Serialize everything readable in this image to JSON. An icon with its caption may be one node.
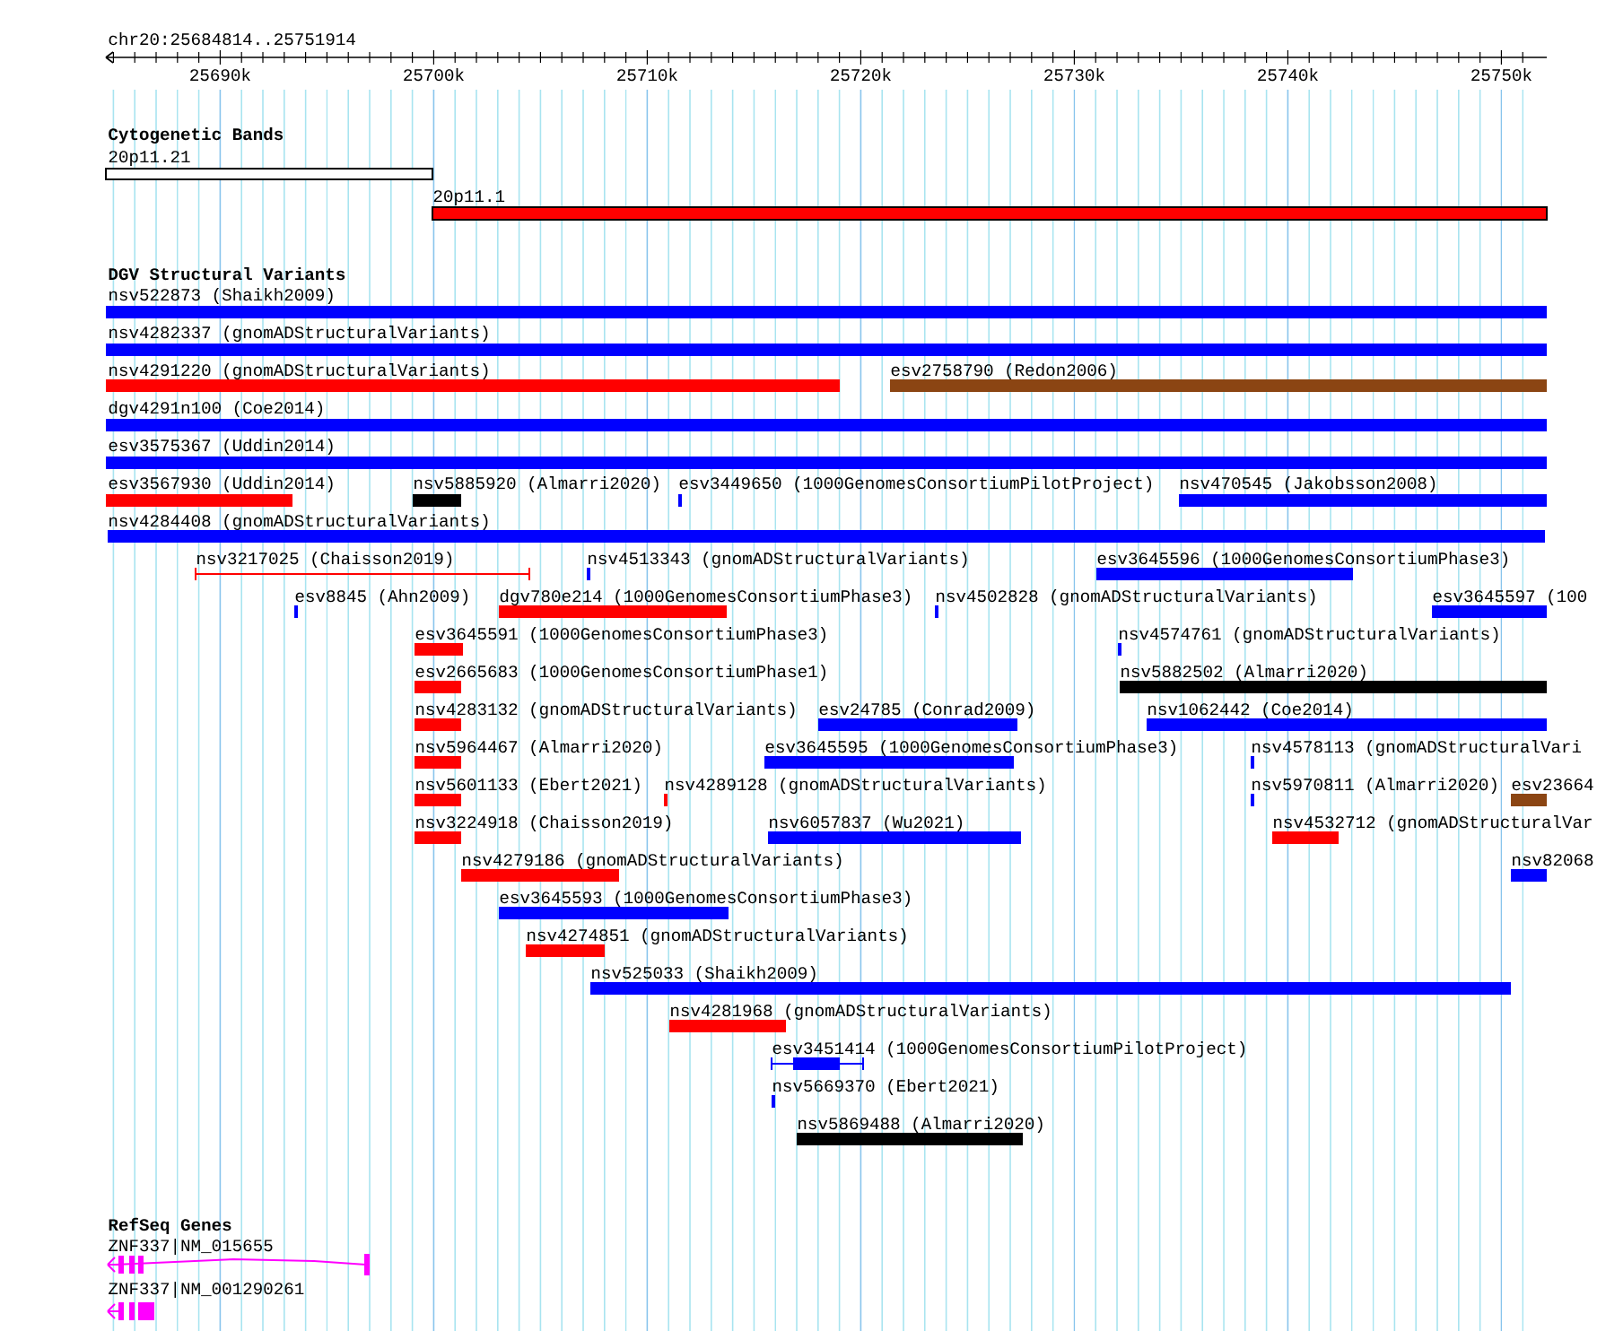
{
  "diagram": {
    "nodes": [
      {
        "text": [
          "20p11.21"
        ]
      },
      {
        "text": [
          "20p11.1"
        ]
      },
      {
        "text": [
          "nsv522873 (Shaikh2009)"
        ]
      },
      {
        "text": [
          "nsv4282337 (gnomADStructuralVariants)"
        ]
      },
      {
        "text": [
          "nsv4291220 (gnomADStructuralVariants)"
        ]
      },
      {
        "text": [
          "esv2758790 (Redon2006)"
        ]
      },
      {
        "text": [
          "dgv4291n100 (Coe2014)"
        ]
      },
      {
        "text": [
          "esv3575367 (Uddin2014)"
        ]
      },
      {
        "text": [
          "esv3567930 (Uddin2014)"
        ]
      },
      {
        "text": [
          "nsv5885920 (Almarri2020)"
        ]
      },
      {
        "text": [
          "esv3449650 (1000GenomesConsortiumPilotProject)"
        ]
      },
      {
        "text": [
          "nsv470545 (Jakobsson2008)"
        ]
      },
      {
        "text": [
          "nsv4284408 (gnomADStructuralVariants)"
        ]
      },
      {
        "text": [
          "nsv3217025 (Chaisson2019)"
        ]
      },
      {
        "text": [
          "nsv4513343 (gnomADStructuralVariants)"
        ]
      },
      {
        "text": [
          "esv3645596 (1000GenomesConsortiumPhase3)"
        ]
      },
      {
        "text": [
          "esv8845 (Ahn2009)"
        ]
      },
      {
        "text": [
          "dgv780e214 (1000GenomesConsortiumPhase3)"
        ]
      },
      {
        "text": [
          "nsv4502828 (gnomADStructuralVariants)"
        ]
      },
      {
        "text": [
          "esv3645597 (100"
        ]
      },
      {
        "text": [
          "esv3645591 (1000GenomesConsortiumPhase3)"
        ]
      },
      {
        "text": [
          "nsv4574761 (gnomADStructuralVariants)"
        ]
      },
      {
        "text": [
          "esv2665683 (1000GenomesConsortiumPhase1)"
        ]
      },
      {
        "text": [
          "nsv5882502 (Almarri2020)"
        ]
      },
      {
        "text": [
          "nsv4283132 (gnomADStructuralVariants)"
        ]
      },
      {
        "text": [
          "esv24785 (Conrad2009)"
        ]
      },
      {
        "text": [
          "nsv1062442 (Coe2014)"
        ]
      },
      {
        "text": [
          "nsv5964467 (Almarri2020)"
        ]
      },
      {
        "text": [
          "esv3645595 (1000GenomesConsortiumPhase3)"
        ]
      },
      {
        "text": [
          "nsv4578113 (gnomADStructuralVari"
        ]
      },
      {
        "text": [
          "nsv5601133 (Ebert2021)"
        ]
      },
      {
        "text": [
          "nsv4289128 (gnomADStructuralVariants)"
        ]
      },
      {
        "text": [
          "nsv5970811 (Almarri2020)"
        ]
      },
      {
        "text": [
          "esv23664"
        ]
      },
      {
        "text": [
          "nsv3224918 (Chaisson2019)"
        ]
      },
      {
        "text": [
          "nsv6057837 (Wu2021)"
        ]
      },
      {
        "text": [
          "nsv4532712 (gnomADStructuralVar"
        ]
      },
      {
        "text": [
          "nsv4279186 (gnomADStructuralVariants)"
        ]
      },
      {
        "text": [
          "nsv82068"
        ]
      },
      {
        "text": [
          "esv3645593 (1000GenomesConsortiumPhase3)"
        ]
      },
      {
        "text": [
          "nsv4274851 (gnomADStructuralVariants)"
        ]
      },
      {
        "text": [
          "nsv525033 (Shaikh2009)"
        ]
      },
      {
        "text": [
          "nsv4281968 (gnomADStructuralVariants)"
        ]
      },
      {
        "text": [
          "esv3451414 (1000GenomesConsortiumPilotProject)"
        ]
      },
      {
        "text": [
          "nsv5669370 (Ebert2021)"
        ]
      },
      {
        "text": [
          "nsv5869488 (Almarri2020)"
        ]
      },
      {
        "text": [
          "ZNF337|NM_015655"
        ]
      },
      {
        "text": [
          "ZNF337|NM_001290261"
        ]
      }
    ],
    "labels": [
      "chr20:25684814..25751914",
      "25690k",
      "25700k",
      "25710k",
      "25720k",
      "25730k",
      "25740k",
      "25750k",
      "Cytogenetic Bands",
      "DGV Structural Variants",
      "RefSeq Genes"
    ]
  }
}
